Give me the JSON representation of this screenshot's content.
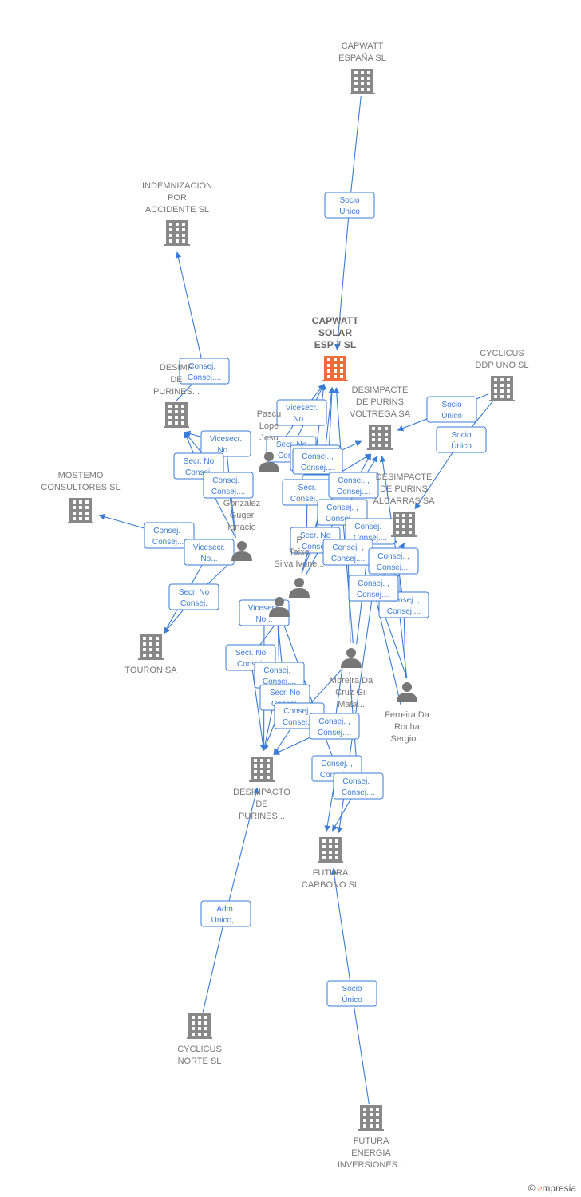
{
  "colors": {
    "edge": "#3a7bd5",
    "company": "#888888",
    "company_main": "#f26b3a",
    "person": "#777777"
  },
  "nodes": [
    {
      "id": "capwatt_espana",
      "kind": "company",
      "lines": [
        "CAPWATT",
        "ESPAÑA  SL"
      ]
    },
    {
      "id": "indemnizacion",
      "kind": "company",
      "lines": [
        "INDEMNIZACION",
        "POR",
        "ACCIDENTE SL"
      ]
    },
    {
      "id": "capwatt_solar",
      "kind": "company",
      "main": true,
      "lines": [
        "CAPWATT",
        "SOLAR",
        "ESP 7  SL"
      ]
    },
    {
      "id": "cyclicus_ddp",
      "kind": "company",
      "lines": [
        "CYCLICUS",
        "DDP UNO  SL"
      ]
    },
    {
      "id": "desimp_purines_l",
      "kind": "company",
      "lines": [
        "DESIMP",
        "DE",
        "PURINES..."
      ]
    },
    {
      "id": "desimpacte_voltrega",
      "kind": "company",
      "lines": [
        "DESIMPACTE",
        "DE PURINS",
        "VOLTREGA SA"
      ]
    },
    {
      "id": "mostemo",
      "kind": "company",
      "lines": [
        "MOSTEMO",
        "CONSULTORES SL"
      ]
    },
    {
      "id": "desimpacte_alcarras",
      "kind": "company",
      "lines": [
        "DESIMPACTE",
        "DE PURINS",
        "ALCARRAS SA"
      ]
    },
    {
      "id": "touron",
      "kind": "company",
      "lines": [
        "TOURON SA"
      ]
    },
    {
      "id": "desimpacto_purines",
      "kind": "company",
      "lines": [
        "DESIMPACTO",
        "DE",
        "PURINES..."
      ]
    },
    {
      "id": "futura_carbono",
      "kind": "company",
      "lines": [
        "FUTURA",
        "CARBONO SL"
      ]
    },
    {
      "id": "cyclicus_norte",
      "kind": "company",
      "lines": [
        "CYCLICUS",
        "NORTE  SL"
      ]
    },
    {
      "id": "futura_energia",
      "kind": "company",
      "lines": [
        "FUTURA",
        "ENERGIA",
        "INVERSIONES..."
      ]
    },
    {
      "id": "pascual",
      "kind": "person",
      "lines": [
        "Pascu",
        "Lope",
        "Jesu"
      ]
    },
    {
      "id": "gonzalez",
      "kind": "person",
      "lines": [
        "Gonzalez",
        "Guger",
        "Ignacio"
      ]
    },
    {
      "id": "teixeira",
      "kind": "person",
      "lines": [
        "P",
        "Teixe",
        "Silva Ivone..."
      ]
    },
    {
      "id": "moreira",
      "kind": "person",
      "lines": [
        "Moreira Da",
        "Cruz Gil",
        "Mata..."
      ]
    },
    {
      "id": "ferreira",
      "kind": "person",
      "lines": [
        "Ferreira Da",
        "Rocha",
        "Sergio..."
      ]
    },
    {
      "id": "person_mid",
      "kind": "person",
      "lines": []
    }
  ],
  "edges": [
    {
      "from": "capwatt_espana",
      "to": "capwatt_solar",
      "label": [
        "Socio",
        "Único"
      ]
    },
    {
      "from": "cyclicus_ddp",
      "to": "desimpacte_voltrega",
      "label": [
        "Socio",
        "Único"
      ]
    },
    {
      "from": "cyclicus_ddp",
      "to": "desimpacte_alcarras",
      "label": [
        "Socio",
        "Único"
      ]
    },
    {
      "from": "desimp_purines_l",
      "to": "indemnizacion",
      "label": [
        "Consej. ,",
        "Consej...."
      ]
    },
    {
      "from": "gonzalez",
      "to": "mostemo",
      "label": [
        "Consej. ,",
        "Consej...."
      ]
    },
    {
      "from": "gonzalez",
      "to": "touron",
      "label": [
        "Secr.  No",
        "Consej."
      ]
    },
    {
      "from": "gonzalez",
      "to": "touron",
      "label": [
        "Vicesecr.",
        "No..."
      ]
    },
    {
      "from": "gonzalez",
      "to": "desimp_purines_l",
      "label": [
        "Vicesecr.",
        "No..."
      ]
    },
    {
      "from": "gonzalez",
      "to": "desimp_purines_l",
      "label": [
        "Secr.  No",
        "Consej."
      ]
    },
    {
      "from": "gonzalez",
      "to": "desimp_purines_l",
      "label": [
        "Consej. ,",
        "Consej...."
      ]
    },
    {
      "from": "pascual",
      "to": "capwatt_solar",
      "label": [
        "Vicesecr.",
        "No..."
      ]
    },
    {
      "from": "pascual",
      "to": "capwatt_solar",
      "label": [
        "Secr.  No",
        "Consej."
      ]
    },
    {
      "from": "pascual",
      "to": "capwatt_solar",
      "label": [
        "Secr.  No",
        "Consej...."
      ]
    },
    {
      "from": "pascual",
      "to": "desimpacte_voltrega",
      "label": [
        "Consej. ,",
        "Consej...."
      ]
    },
    {
      "from": "teixeira",
      "to": "capwatt_solar",
      "label": [
        "Vicesecr.",
        "No..."
      ]
    },
    {
      "from": "teixeira",
      "to": "desimpacte_voltrega",
      "label": [
        "Secr.",
        "Consej...."
      ]
    },
    {
      "from": "teixeira",
      "to": "desimpacte_voltrega",
      "label": [
        "Consej. ,",
        "Consej...."
      ]
    },
    {
      "from": "teixeira",
      "to": "capwatt_solar",
      "label": [
        "Secr.  No",
        "Consej."
      ]
    },
    {
      "from": "moreira",
      "to": "desimpacte_voltrega",
      "label": [
        "Consej. ,",
        "Consej...."
      ]
    },
    {
      "from": "moreira",
      "to": "desimpacte_alcarras",
      "label": [
        "Consej. ,",
        "Consej...."
      ]
    },
    {
      "from": "moreira",
      "to": "capwatt_solar",
      "label": [
        "Consej. ,",
        "Consej...."
      ]
    },
    {
      "from": "ferreira",
      "to": "desimpacte_alcarras",
      "label": [
        "Consej. ,",
        "Consej...."
      ]
    },
    {
      "from": "ferreira",
      "to": "desimpacte_alcarras",
      "label": [
        "Consej. ,",
        "Consej...."
      ]
    },
    {
      "from": "ferreira",
      "to": "desimpacte_voltrega",
      "label": [
        "Consej. ,",
        "Consej...."
      ]
    },
    {
      "from": "person_mid",
      "to": "desimpacto_purines",
      "label": [
        "Vicesecr.",
        "No..."
      ]
    },
    {
      "from": "person_mid",
      "to": "desimpacto_purines",
      "label": [
        "Secr.  No",
        "Consej."
      ]
    },
    {
      "from": "person_mid",
      "to": "desimpacto_purines",
      "label": [
        "Consej. ,",
        "Consej...."
      ]
    },
    {
      "from": "person_mid",
      "to": "desimpacto_purines",
      "label": [
        "Secr.  No",
        "Consej."
      ]
    },
    {
      "from": "moreira",
      "to": "desimpacto_purines",
      "label": [
        "Consej. ,",
        "Consej...."
      ]
    },
    {
      "from": "moreira",
      "to": "desimpacto_purines",
      "label": [
        "Consej. ,",
        "Consej...."
      ]
    },
    {
      "from": "person_mid",
      "to": "futura_carbono",
      "label": [
        "Consej. ,",
        "Consej...."
      ]
    },
    {
      "from": "moreira",
      "to": "futura_carbono",
      "label": [
        "Consej. ,",
        "Consej...."
      ]
    },
    {
      "from": "ferreira",
      "to": "futura_carbono",
      "label": [
        "Consej. ,",
        "Consej...."
      ]
    },
    {
      "from": "cyclicus_norte",
      "to": "desimpacto_purines",
      "label": [
        "Adm.",
        "Unico,..."
      ]
    },
    {
      "from": "futura_energia",
      "to": "futura_carbono",
      "label": [
        "Socio",
        "Único"
      ]
    }
  ],
  "brand": {
    "symbol": "©",
    "e": "e",
    "rest": "mpresia"
  }
}
